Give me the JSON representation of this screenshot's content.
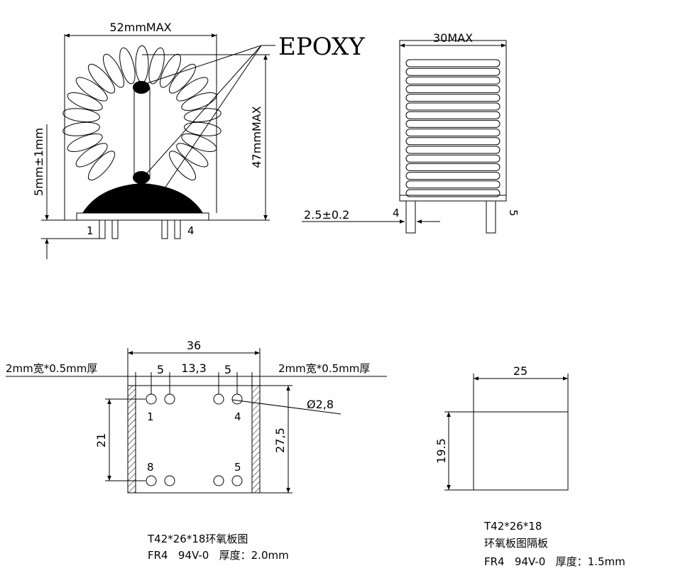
{
  "top_left": {
    "width_label": "52mmMAX",
    "height_label": "47mmMAX",
    "standoff_label": "5mm±1mm",
    "epoxy_label": "EPOXY",
    "pin_left": "1",
    "pin_right": "4"
  },
  "top_right": {
    "width_label": "30MAX",
    "pin_pitch_label": "2.5±0.2",
    "pin_left": "4",
    "pin_right": "5"
  },
  "board": {
    "width_label": "36",
    "left_spacing": "5",
    "mid_spacing": "13,3",
    "right_spacing": "5",
    "left_note": "2mm宽*0.5mm厚",
    "right_note": "2mm宽*0.5mm厚",
    "hole_label": "Ø2,8",
    "height_inner": "21",
    "height_outer": "27,5",
    "pin_1": "1",
    "pin_4": "4",
    "pin_8": "8",
    "pin_5": "5",
    "caption_line1": "T42*26*18环氧板图",
    "caption_line2": "FR4   94V-0   厚度：2.0mm"
  },
  "spacer": {
    "width_label": "25",
    "height_label": "19.5",
    "caption_line1": "T42*26*18",
    "caption_line2": "环氧板图隔板",
    "caption_line3": "FR4   94V-0   厚度：1.5mm"
  }
}
